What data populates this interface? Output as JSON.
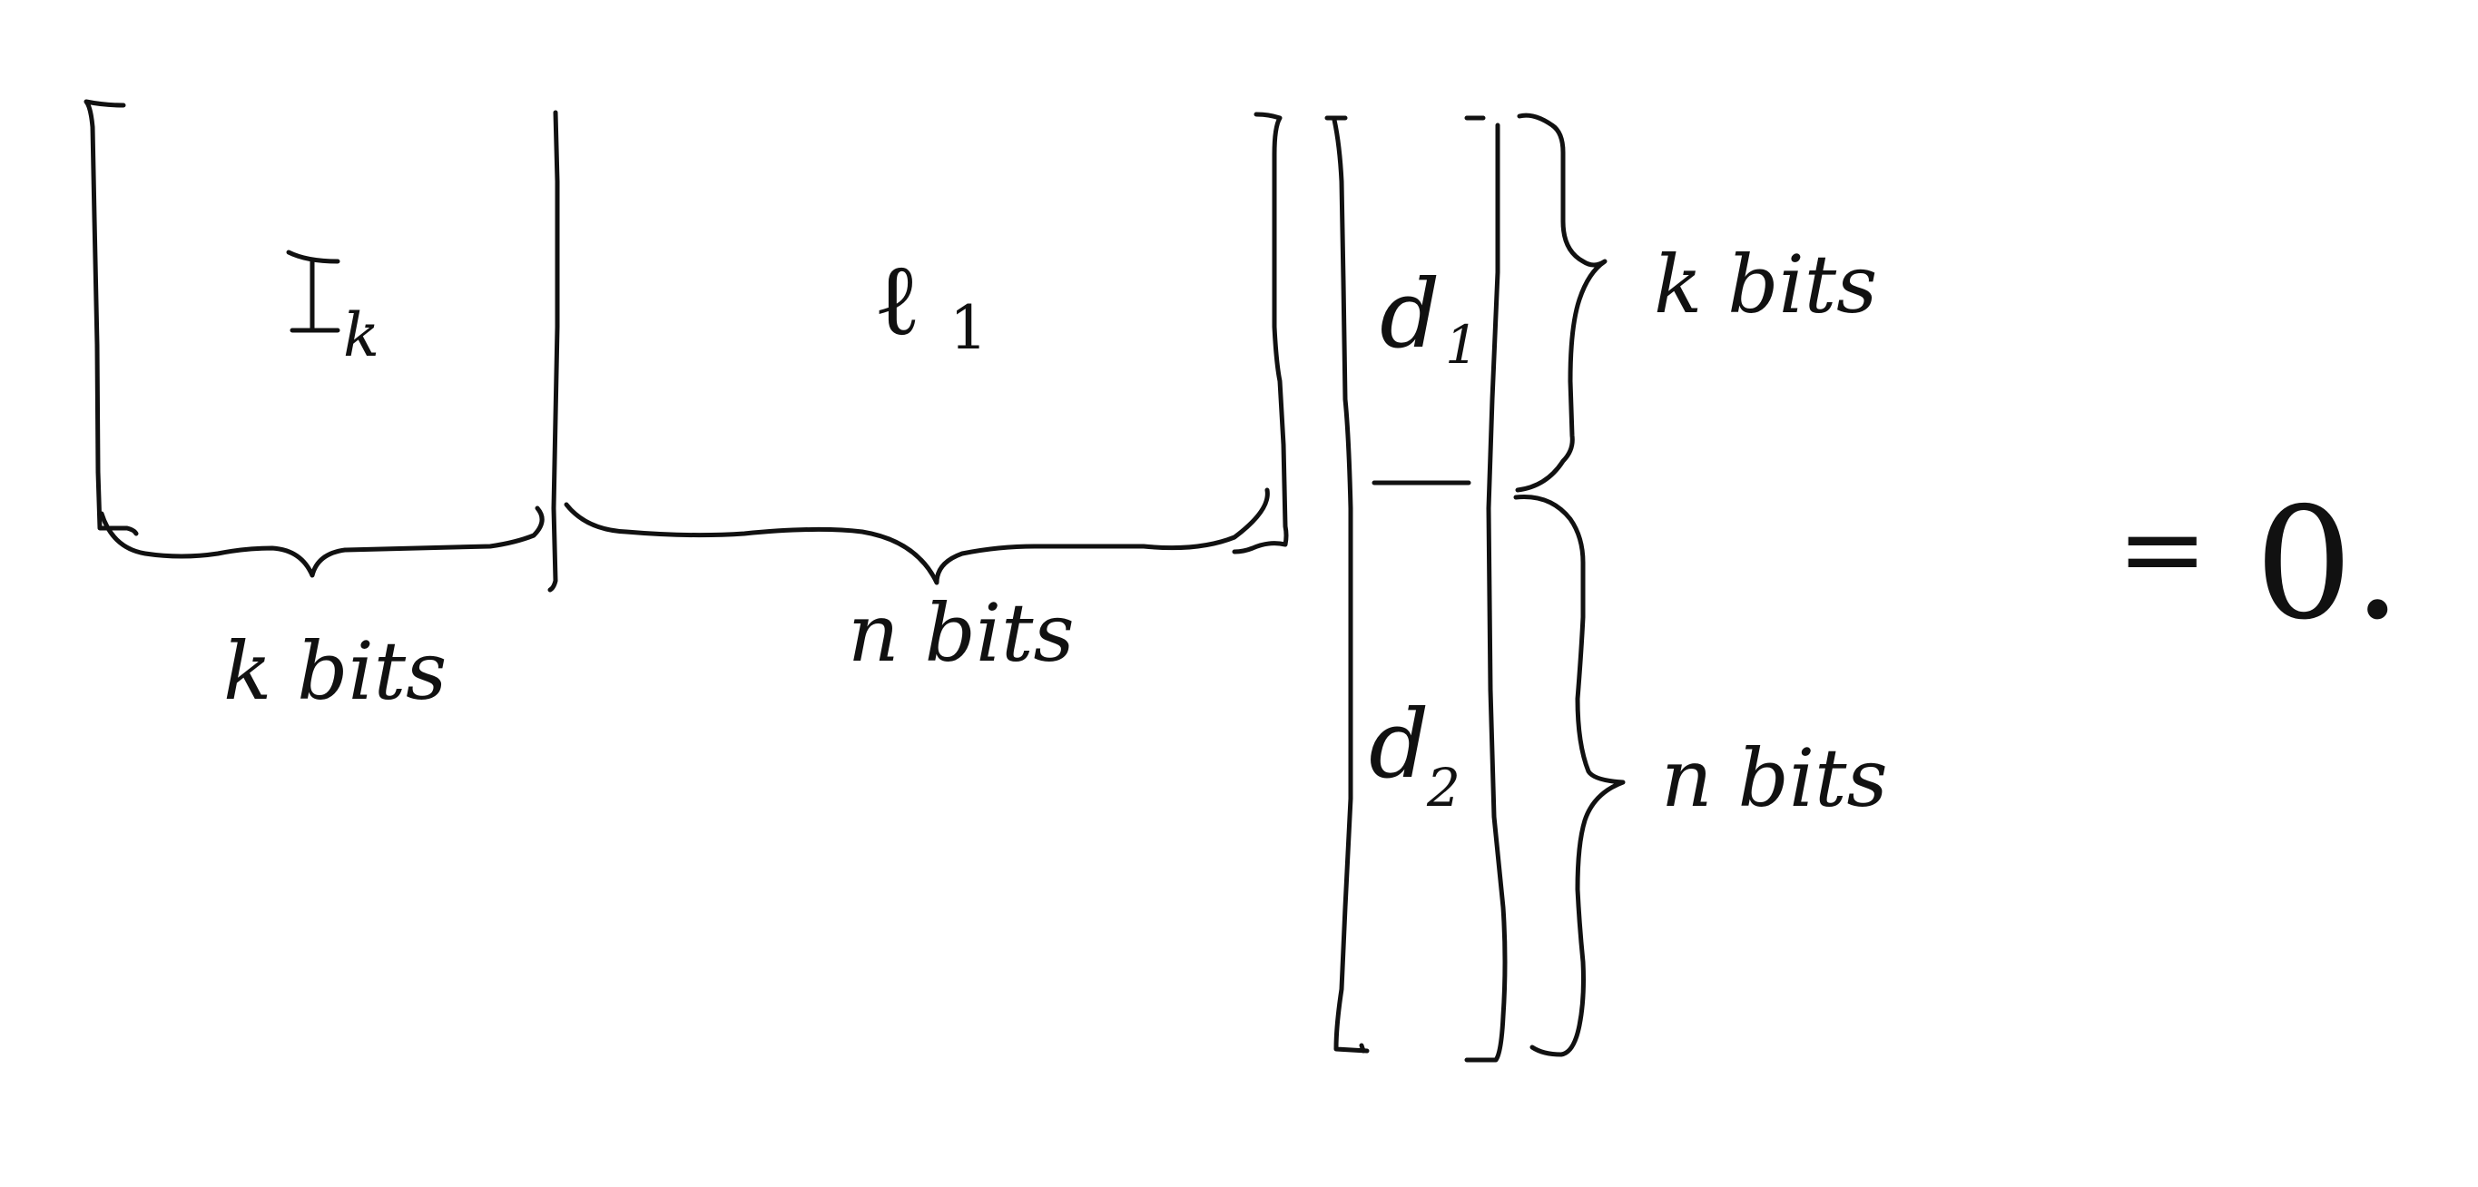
{
  "colors": {
    "ink": "#111111",
    "background": "#ffffff"
  },
  "matrix": {
    "left_block": {
      "symbol": "I",
      "subscript": "k"
    },
    "right_block": {
      "symbol": "ℓ",
      "subscript": "1"
    },
    "brace_left_label": "k bits",
    "brace_right_label": "n bits"
  },
  "vector": {
    "top_entry": {
      "symbol": "d",
      "subscript": "1"
    },
    "bottom_entry": {
      "symbol": "d",
      "subscript": "2"
    },
    "brace_top_label": "k bits",
    "brace_bottom_label": "n bits"
  },
  "equation": {
    "equals": "=",
    "result": "0."
  }
}
